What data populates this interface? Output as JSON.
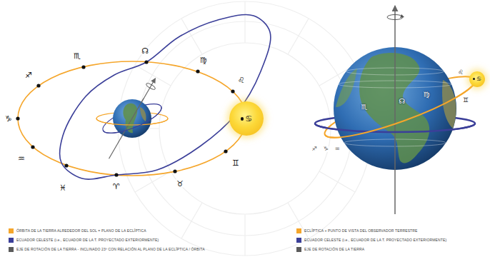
{
  "diagram": {
    "nodes": [
      {
        "text": [
          "♋"
        ]
      },
      {
        "text": [
          "♋"
        ]
      }
    ],
    "labels": [
      "♏",
      "☊",
      "♍",
      "♌",
      "♊",
      "♉",
      "♈",
      "♓",
      "♒",
      "♑",
      "♐",
      "♏",
      "☊",
      "♍",
      "♌",
      "♊",
      "♐",
      "♑",
      "♒"
    ],
    "legend": [
      {
        "text": "ÓRBITA DE LA TIERRA ALREDEDOR DEL SOL = PLANO DE LA ECLÍPTICA",
        "color": "#f5a62b"
      },
      {
        "text": "ECUADOR CELESTE (i.e., ECUADOR DE LA T. PROYECTADO EXTERIORMENTE)",
        "color": "#3b3f99"
      },
      {
        "text": "EJE DE ROTACIÓN DE LA TIERRA - INCLINADO 23º CON RELACIÓN AL PLANO DE LA ECLÍPTICA / ÓRBITA",
        "color": "#5b5b5b"
      },
      {
        "text": "ECLÍPTICA + PUNTO DE VISTA DEL OBSERVADOR TERRESTRE",
        "color": "#f5a62b"
      },
      {
        "text": "ECUADOR CELESTE (i.e., ECUADOR DE LA T. PROYECTADO EXTERIORMENTE)",
        "color": "#3b3f99"
      },
      {
        "text": "EJE DE ROTACIÓN DE LA TIERRA",
        "color": "#5b5b5b"
      }
    ]
  }
}
